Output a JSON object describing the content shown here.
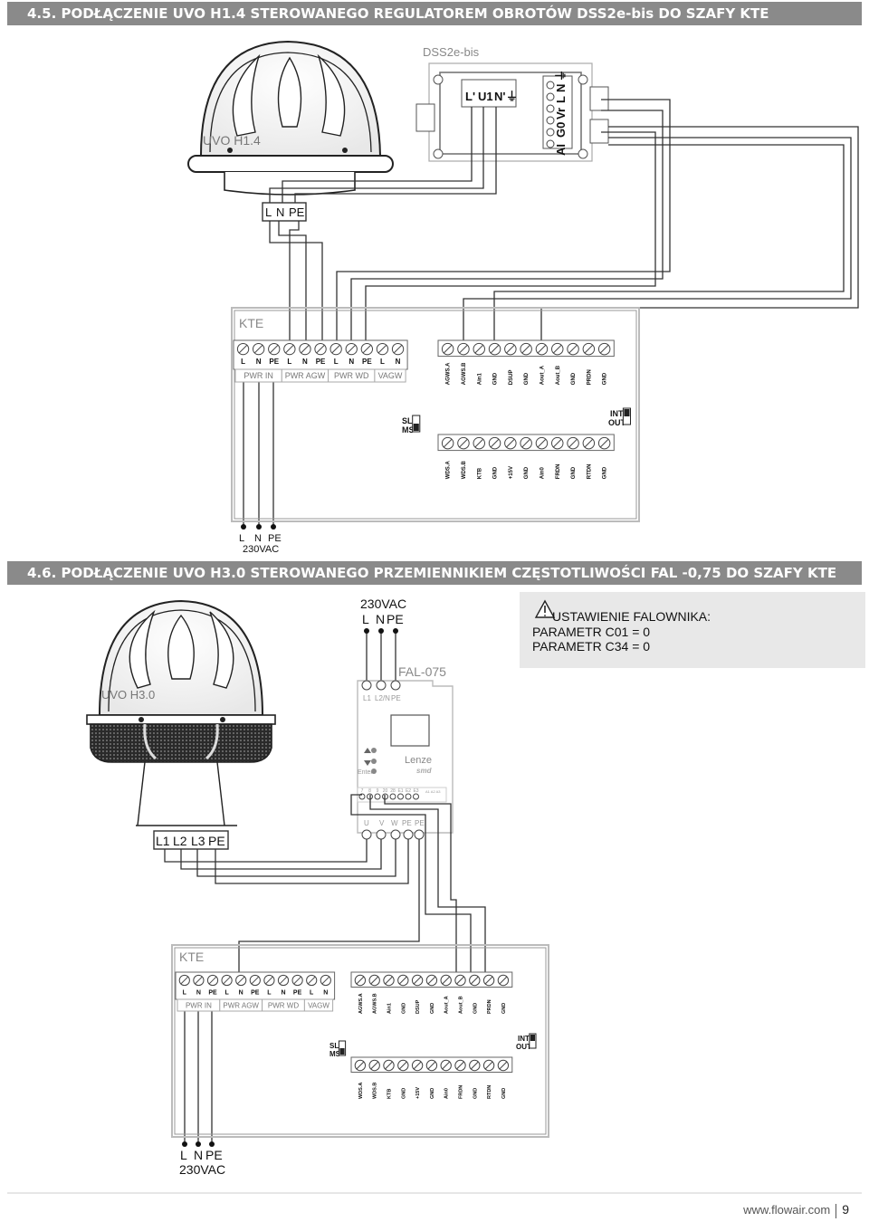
{
  "sections": {
    "s45_title": "4.5. PODŁĄCZENIE UVO H1.4 STEROWANEGO REGULATOREM OBROTÓW DSS2e-bis DO SZAFY KTE",
    "s46_title": "4.6. PODŁĄCZENIE UVO H3.0 STEROWANEGO PRZEMIENNIKIEM CZĘSTOTLIWOŚCI FAL -0,75 DO SZAFY KTE"
  },
  "top": {
    "unit_label": "UVO H1.4",
    "dss_title": "DSS2e-bis",
    "dss_out_terms": [
      "L'",
      "U1",
      "N'",
      "⏚"
    ],
    "dss_in_terms": [
      "AI",
      "G0",
      "Vr",
      "L",
      "N",
      "⏚"
    ],
    "unit_terms": [
      "L",
      "N",
      "PE"
    ],
    "kte_title": "KTE",
    "supply_label": "230VAC"
  },
  "kte": {
    "pwr_terms": [
      "L",
      "N",
      "PE",
      "L",
      "N",
      "PE",
      "L",
      "N",
      "PE",
      "L",
      "N"
    ],
    "pwr_groups": [
      "PWR IN",
      "PWR AGW",
      "PWR WD",
      "VAGW"
    ],
    "sig_top": [
      "AGWS.A",
      "AGWS.B",
      "Ain1",
      "GND",
      "DSUP",
      "GND",
      "Aout_A",
      "Aout_B",
      "GND",
      "PRDN",
      "GND"
    ],
    "sig_bottom": [
      "WDS.A",
      "WDS.B",
      "KTB",
      "GND",
      "+15V",
      "GND",
      "Ain0",
      "FRDN",
      "GND",
      "RTDN",
      "GND"
    ],
    "switch1": [
      "SL",
      "MS"
    ],
    "switch2": [
      "INT",
      "OUT"
    ],
    "supply_terms": [
      "L",
      "N",
      "PE"
    ]
  },
  "bottom": {
    "unit_label": "UVO H3.0",
    "supply_label": "230VAC",
    "supply_terms": [
      "L",
      "N",
      "PE"
    ],
    "settings_title": "USTAWIENIE FALOWNIKA:",
    "param1": "PARAMETR C01 = 0",
    "param2": "PARAMETR C34 = 0",
    "fal_title": "FAL-075",
    "fal_in_terms": [
      "L1",
      "L2/N",
      "PE"
    ],
    "fal_brand": "Lenze",
    "fal_sub": "smd",
    "fal_enter": "Enter",
    "fal_ctrl_terms": [
      "7",
      "8",
      "9",
      "20",
      "28",
      "E1",
      "E2",
      "E3"
    ],
    "fal_relay": "A1 A2 A3",
    "fal_out_terms": [
      "U",
      "V",
      "W",
      "PE",
      "PE"
    ],
    "unit_terms": [
      "L1",
      "L2",
      "L3",
      "PE"
    ],
    "kte_title": "KTE"
  },
  "footer": {
    "url": "www.flowair.com",
    "page": "9"
  }
}
